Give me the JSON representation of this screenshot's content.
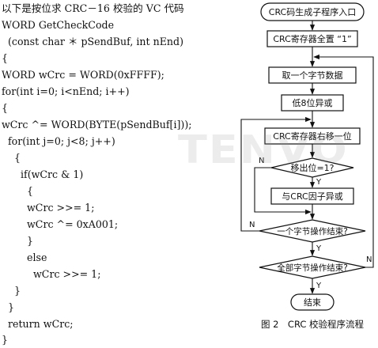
{
  "code": {
    "lines": [
      "以下是按位求 CRC－16 校验的 VC 代码",
      "WORD GetCheckCode",
      "  (const char ＊ pSendBuf, int nEnd)",
      "{",
      "WORD wCrc = WORD(0xFFFF);",
      "for(int i=0; i<nEnd; i++)",
      "{",
      "wCrc ^= WORD(BYTE(pSendBuf[i]));",
      "  for(int j=0; j<8; j++)",
      "    {",
      "      if(wCrc & 1)",
      "        {",
      "        wCrc >>= 1;",
      "        wCrc ^= 0xA001;",
      "        }",
      "        else",
      "          wCrc >>= 1;",
      "    }",
      "  }",
      "  return wCrc;",
      "}"
    ]
  },
  "flowchart": {
    "nodes": {
      "start": "CRC码生成子程序入口",
      "init": "CRC寄存器全置 “1”",
      "fetch": "取一个字节数据",
      "xor_low": "低8位异或",
      "shift": "CRC寄存器右移一位",
      "overflow_q": "移出位=1?",
      "xor_poly": "与CRC因子异或",
      "byte_done_q": "一个字节操作结束?",
      "all_done_q": "全部字节操作结束?",
      "end": "结束"
    },
    "labels": {
      "yes": "Y",
      "no": "N"
    },
    "caption": "图 2　CRC 校验程序流程"
  },
  "watermark": "TENVO"
}
